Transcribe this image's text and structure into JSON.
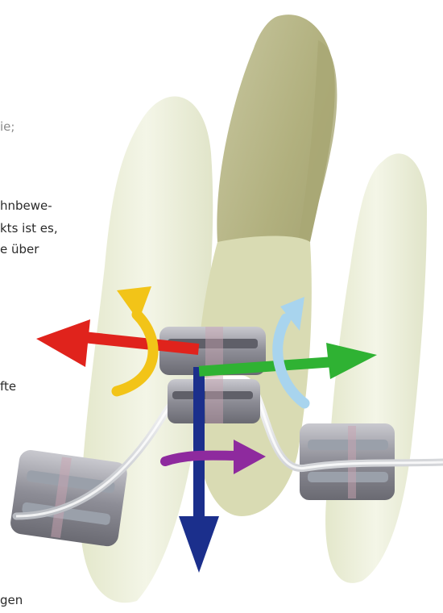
{
  "text_fragments": [
    "ie;",
    "hnbewe-",
    "kts ist es,",
    "e über",
    "fte",
    "gen"
  ],
  "colors": {
    "arrow_red": "#e0231c",
    "arrow_green": "#2fb233",
    "arrow_blue": "#1b2f8c",
    "arrow_yellow": "#f2c418",
    "arrow_lightblue": "#a8d4ee",
    "arrow_purple": "#8e2a9e"
  }
}
